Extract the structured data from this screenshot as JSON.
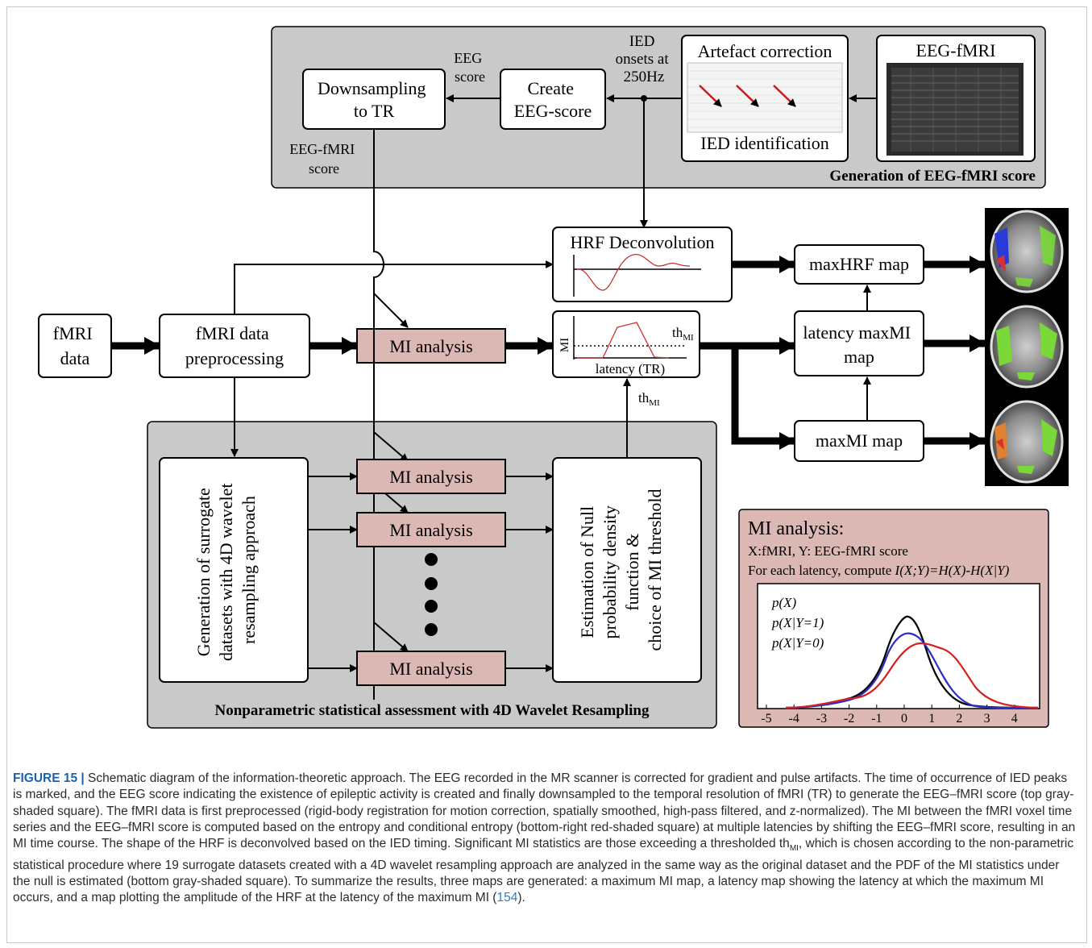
{
  "figure": {
    "top_panel": {
      "title": "Generation of EEG-fMRI score",
      "eeg_fmri": "EEG-fMRI",
      "artefact_title": "Artefact correction",
      "ied_identification": "IED identification",
      "ied_onsets": [
        "IED",
        "onsets at",
        "250Hz"
      ],
      "eeg_score_label": [
        "EEG",
        "score"
      ],
      "create_score": [
        "Create",
        "EEG-score"
      ],
      "downsampling": [
        "Downsampling",
        "to TR"
      ],
      "eeg_fmri_score_label": [
        "EEG-fMRI",
        "score"
      ]
    },
    "main": {
      "fmri_data": [
        "fMRI",
        "data"
      ],
      "preprocessing": [
        "fMRI data",
        "preprocessing"
      ],
      "mi_analysis": "MI analysis",
      "hrf_deconvolution": "HRF Deconvolution",
      "mi_axis": "MI",
      "latency_axis": "latency (TR)",
      "th": "th",
      "th_sub": "MI",
      "maxhrf_map": "maxHRF map",
      "latency_maxmi_map": [
        "latency maxMI",
        "map"
      ],
      "maxmi_map": "maxMI map"
    },
    "bottom_panel": {
      "title": "Nonparametric statistical assessment with 4D Wavelet Resampling",
      "surrogate": [
        "Generation of surrogate",
        "datasets with 4D wavelet",
        "resampling approach"
      ],
      "estimation": [
        "Estimation of Null",
        "probability density",
        "function  &",
        "choice of MI threshold"
      ],
      "mi_analysis": "MI analysis"
    },
    "mi_box": {
      "title": "MI analysis:",
      "line1": "X:fMRI, Y: EEG-fMRI score",
      "line2_prefix": "For each latency, compute ",
      "line2_formula": "I(X;Y)=H(X)-H(X|Y)",
      "legend": [
        {
          "label": "p(X)",
          "color": "#000000"
        },
        {
          "label": "p(X|Y=1)",
          "color": "#2d2dc8"
        },
        {
          "label": "p(X|Y=0)",
          "color": "#d42020"
        }
      ],
      "x_ticks": [
        "-5",
        "-4",
        "-3",
        "-2",
        "-1",
        "0",
        "1",
        "2",
        "3",
        "4"
      ]
    }
  },
  "caption": {
    "label": "FIGURE 15 |",
    "text": " Schematic diagram of the information-theoretic approach. The EEG recorded in the MR scanner is corrected for gradient and pulse artifacts. The time of occurrence of IED peaks is marked, and the EEG score indicating the existence of epileptic activity is created and finally downsampled to the temporal resolution of fMRI (TR) to generate the EEG–fMRI score (top gray-shaded square). The fMRI data is first preprocessed (rigid-body registration for motion correction, spatially smoothed, high-pass filtered, and z-normalized). The MI between the fMRI voxel time series and the EEG–fMRI score is computed based on the entropy and conditional entropy (bottom-right red-shaded square) at multiple latencies by shifting the EEG–fMRI score, resulting in an MI time course. The shape of the HRF is deconvolved based on the IED timing. Significant MI statistics are those exceeding a thresholded th",
    "text_sub": "MI",
    "text2": ", which is chosen according to the non-parametric statistical procedure where 19 surrogate datasets created with a 4D wavelet resampling approach are analyzed in the same way as the original dataset and the PDF of the MI statistics under the null is estimated (bottom gray-shaded square). To summarize the results, three maps are generated: a maximum MI map, a latency map showing the latency at which the maximum MI occurs, and a map plotting the amplitude of the HRF at the latency of the maximum MI (",
    "ref": "154",
    "end": ")."
  }
}
